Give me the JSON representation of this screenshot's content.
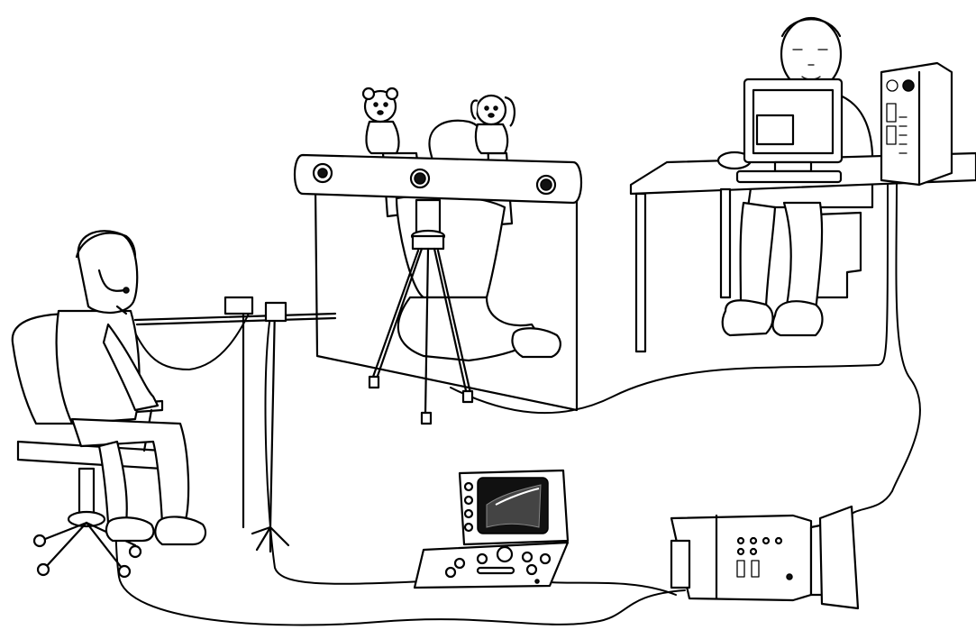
{
  "figure": {
    "kind": "illustration",
    "background": "#ffffff",
    "stroke": "#000000",
    "screen_fill": "#111111"
  },
  "parts": [
    "seated-speaker-with-headset",
    "office-chair",
    "microphone-boom-stand",
    "ultrasound-machine",
    "child-behind-transparent-screen",
    "tripod-stereo-camera-bar",
    "bear-hand-puppet",
    "rabbit-hand-puppet",
    "operator-at-desk",
    "computer-monitor",
    "computer-tower",
    "video-camera",
    "connecting-cables"
  ]
}
